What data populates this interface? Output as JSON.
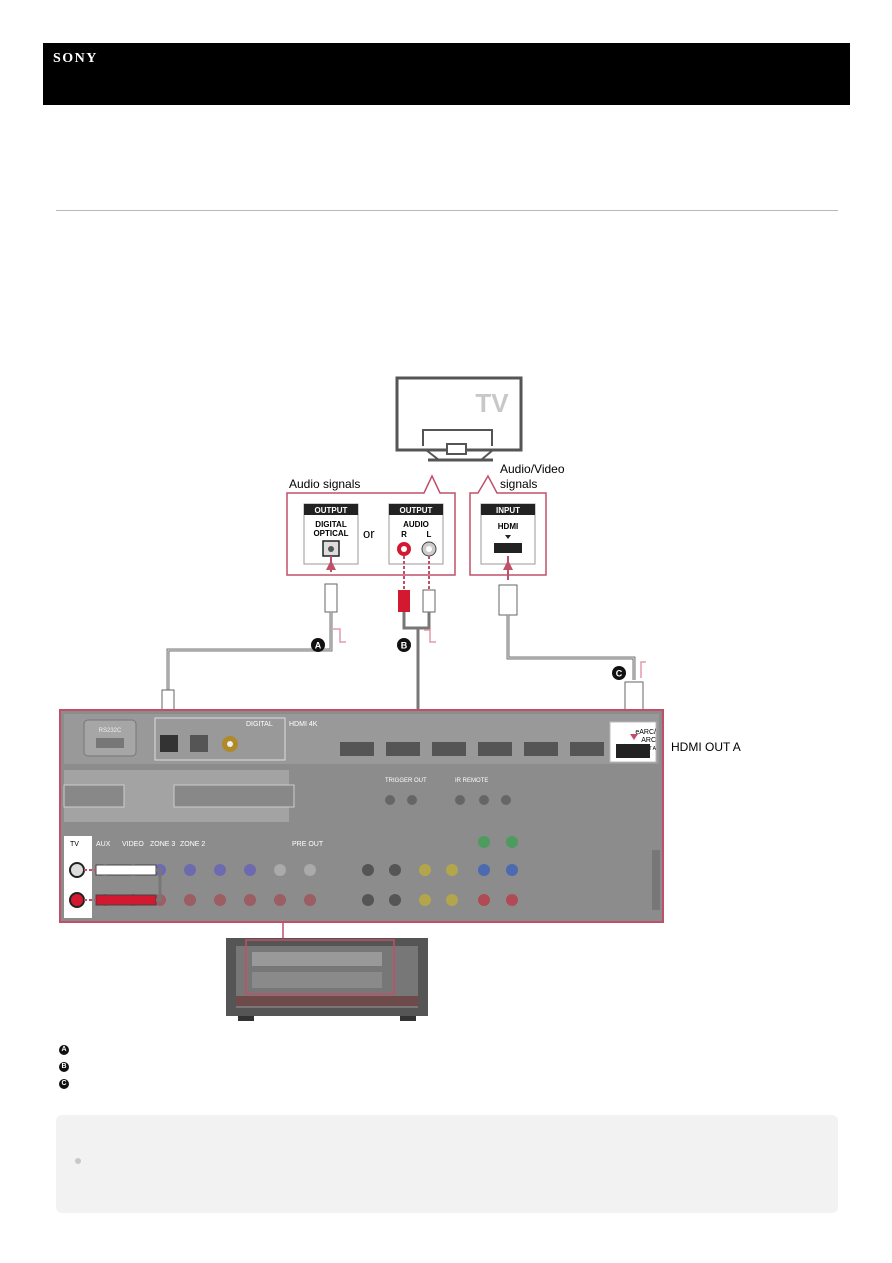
{
  "brand": {
    "logo": "SONY"
  },
  "diagram": {
    "tv_label": "TV",
    "audio_signals": "Audio signals",
    "av_signals_line1": "Audio/Video",
    "av_signals_line2": "signals",
    "or": "or",
    "optical_box": {
      "title": "OUTPUT",
      "line1": "DIGITAL",
      "line2": "OPTICAL"
    },
    "audio_box": {
      "title": "OUTPUT",
      "subtitle": "AUDIO",
      "right": "R",
      "left": "L"
    },
    "hdmi_box": {
      "title": "INPUT",
      "subtitle": "HDMI"
    },
    "cable_a": "A",
    "cable_b": "B",
    "cable_c": "C",
    "hdmi_out_label": "HDMI OUT A",
    "panel": {
      "digital": "DIGITAL",
      "hdmi4k": "HDMI 4K",
      "tv": "TV",
      "aux": "AUX",
      "video": "VIDEO",
      "zone3": "ZONE 3",
      "zone2": "ZONE 2",
      "pre_out": "PRE OUT",
      "trigger_out": "TRIGGER OUT",
      "ir_remote": "IR REMOTE",
      "earc": "eARC/",
      "arc": "ARC",
      "out_a": "OUT A",
      "rs232c": "RS232C"
    }
  },
  "legend": [
    {
      "badge": "A"
    },
    {
      "badge": "B"
    },
    {
      "badge": "C"
    }
  ],
  "colors": {
    "accent_pink": "#c0506a",
    "panel_gray": "#8a8a8a",
    "black": "#000000"
  }
}
